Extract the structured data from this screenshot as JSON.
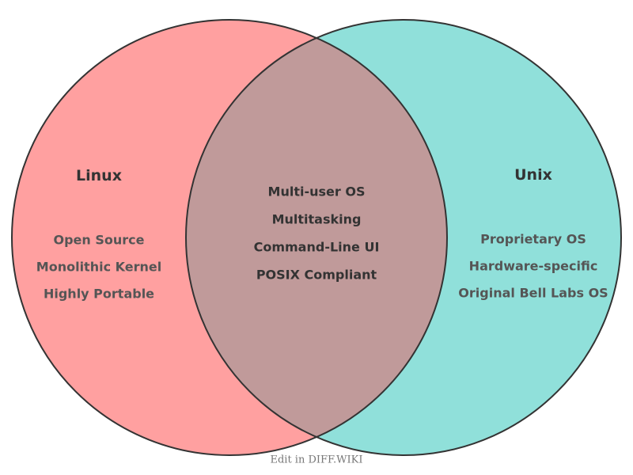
{
  "diagram": {
    "type": "venn",
    "left_set": {
      "title": "Linux",
      "color": "#ffa0a0",
      "items": [
        "Open Source",
        "Monolithic Kernel",
        "Highly Portable"
      ]
    },
    "right_set": {
      "title": "Unix",
      "color": "#90e0da",
      "items": [
        "Proprietary OS",
        "Hardware-specific",
        "Original Bell Labs OS"
      ]
    },
    "intersection": {
      "color": "#c09a9a",
      "items": [
        "Multi-user OS",
        "Multitasking",
        "Command-Line UI",
        "POSIX Compliant"
      ]
    }
  },
  "footer": {
    "link_text": "Edit in DIFF.WIKI"
  }
}
